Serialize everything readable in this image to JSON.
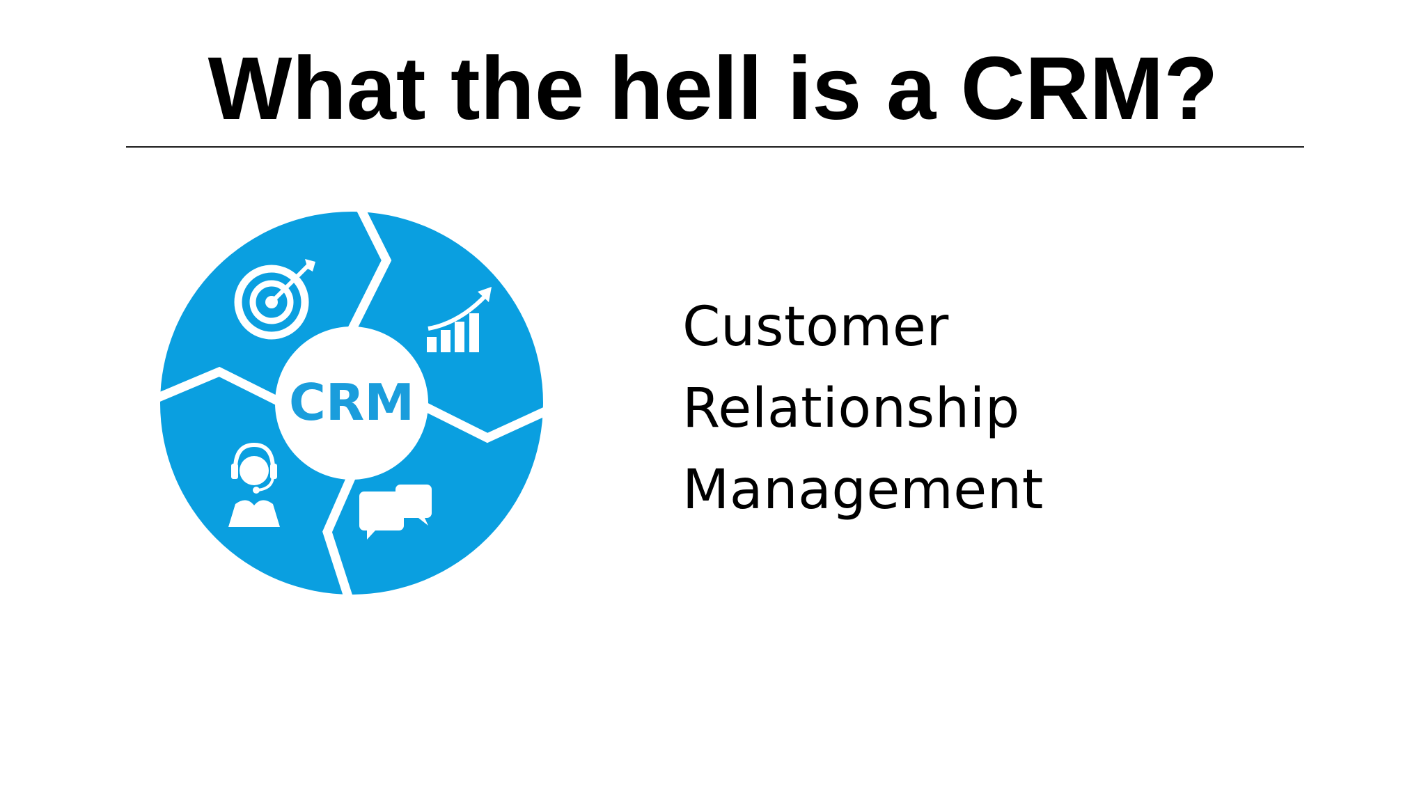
{
  "slide": {
    "title": "What the hell is a CRM?",
    "logo": {
      "center_text": "CRM",
      "colors": {
        "primary": "#0a9fe0",
        "text": "#1a9ddc",
        "background": "#ffffff"
      },
      "icons": [
        "target-icon",
        "growth-chart-icon",
        "support-agent-icon",
        "chat-bubbles-icon"
      ]
    },
    "definition": {
      "line1": "Customer",
      "line2": "Relationship",
      "line3": "Management"
    }
  }
}
